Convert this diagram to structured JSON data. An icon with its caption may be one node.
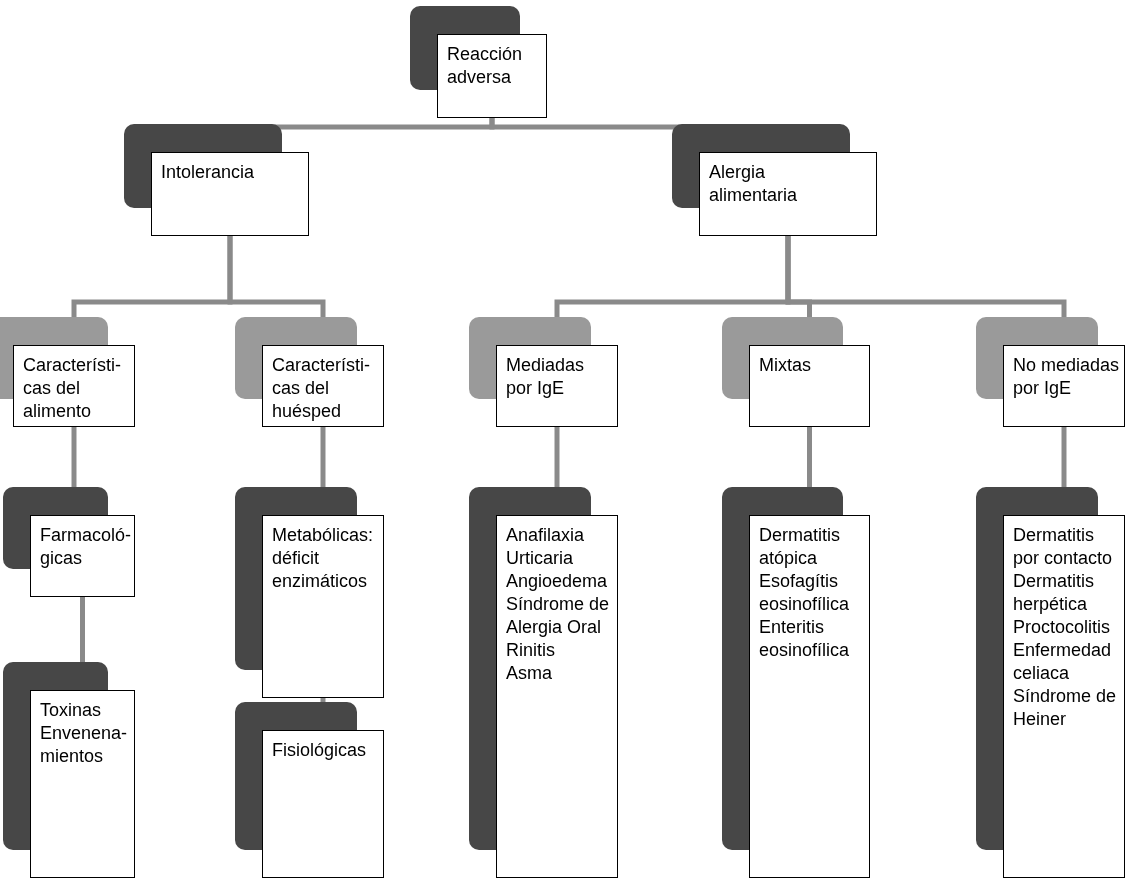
{
  "diagram": {
    "nodes": [
      {
        "text": [
          "Reacción adversa"
        ]
      },
      {
        "text": [
          "Intolerancia"
        ]
      },
      {
        "text": [
          "Alergia alimentaria"
        ]
      },
      {
        "text": [
          "Característi- cas del alimento"
        ]
      },
      {
        "text": [
          "Característi- cas del huésped"
        ]
      },
      {
        "text": [
          "Mediadas por IgE"
        ]
      },
      {
        "text": [
          "Mixtas"
        ]
      },
      {
        "text": [
          "No mediadas por IgE"
        ]
      },
      {
        "text": [
          "Farmacoló- gicas"
        ]
      },
      {
        "text": [
          "Metabólicas: déficit enzimáticos"
        ]
      },
      {
        "text": [
          "Toxinas",
          "Envenena- mientos"
        ]
      },
      {
        "text": [
          "Fisiológicas"
        ]
      },
      {
        "text": [
          "Anafilaxia",
          "Urticaria",
          "Angioedema",
          "Síndrome de Alergia Oral",
          "Rinitis",
          "Asma"
        ]
      },
      {
        "text": [
          "Dermatitis atópica",
          "Esofagítis eosinofílica",
          "Enteritis eosinofílica"
        ]
      },
      {
        "text": [
          "Dermatitis por contacto",
          "Dermatitis herpética",
          "Proctocolitis",
          "Enfermedad celiaca",
          "Síndrome de Heiner"
        ]
      }
    ],
    "edges": [
      {
        "from": 0,
        "to": 1,
        "arrow": "none"
      },
      {
        "from": 0,
        "to": 2,
        "arrow": "none"
      },
      {
        "from": 1,
        "to": 3,
        "arrow": "none"
      },
      {
        "from": 1,
        "to": 4,
        "arrow": "none"
      },
      {
        "from": 2,
        "to": 5,
        "arrow": "none"
      },
      {
        "from": 2,
        "to": 6,
        "arrow": "none"
      },
      {
        "from": 2,
        "to": 7,
        "arrow": "none"
      },
      {
        "from": 3,
        "to": 8,
        "arrow": "none"
      },
      {
        "from": 8,
        "to": 10,
        "arrow": "none"
      },
      {
        "from": 4,
        "to": 9,
        "arrow": "none"
      },
      {
        "from": 9,
        "to": 11,
        "arrow": "none"
      },
      {
        "from": 5,
        "to": 12,
        "arrow": "none"
      },
      {
        "from": 6,
        "to": 13,
        "arrow": "none"
      },
      {
        "from": 7,
        "to": 14,
        "arrow": "none"
      }
    ]
  }
}
